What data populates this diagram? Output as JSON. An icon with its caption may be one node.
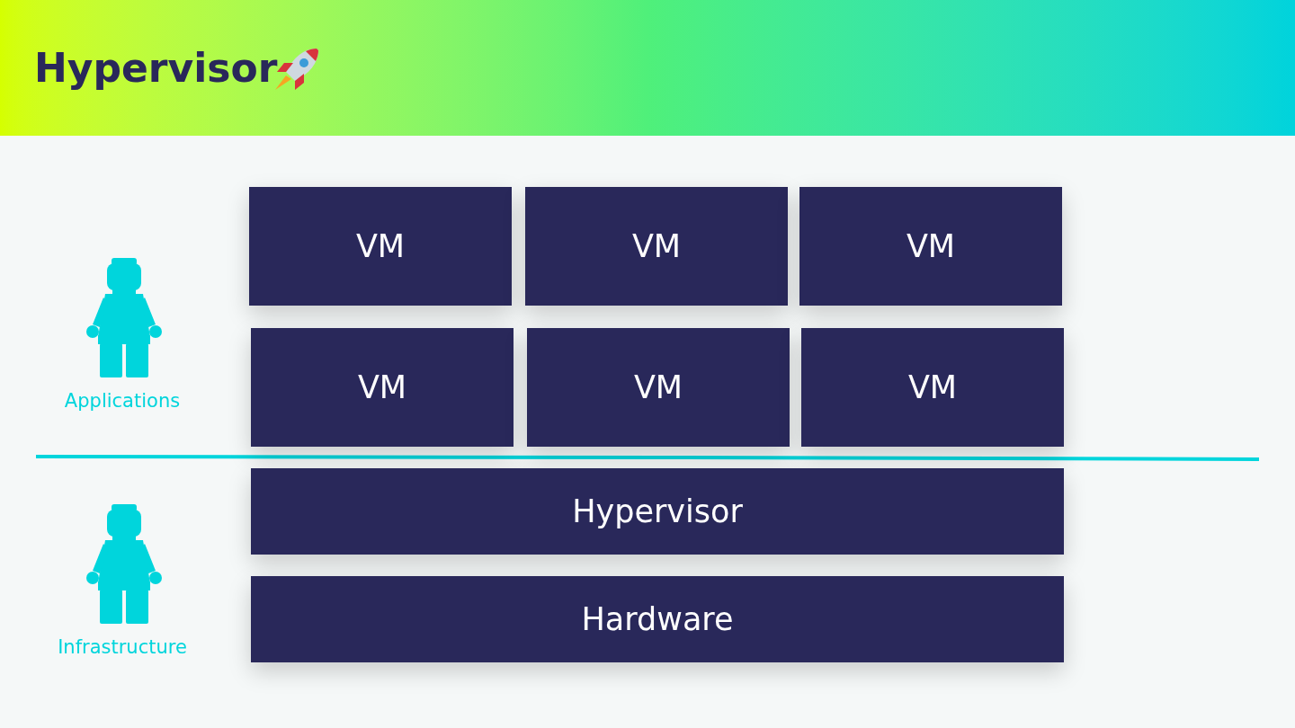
{
  "diagram": {
    "title": "Hypervisor",
    "nodes": [
      {
        "text": [
          "VM"
        ]
      },
      {
        "text": [
          "VM"
        ]
      },
      {
        "text": [
          "VM"
        ]
      },
      {
        "text": [
          "VM"
        ]
      },
      {
        "text": [
          "VM"
        ]
      },
      {
        "text": [
          "VM"
        ]
      },
      {
        "text": [
          "Hypervisor"
        ]
      },
      {
        "text": [
          "Hardware"
        ]
      }
    ],
    "labels": [
      "Applications",
      "Infrastructure"
    ]
  }
}
